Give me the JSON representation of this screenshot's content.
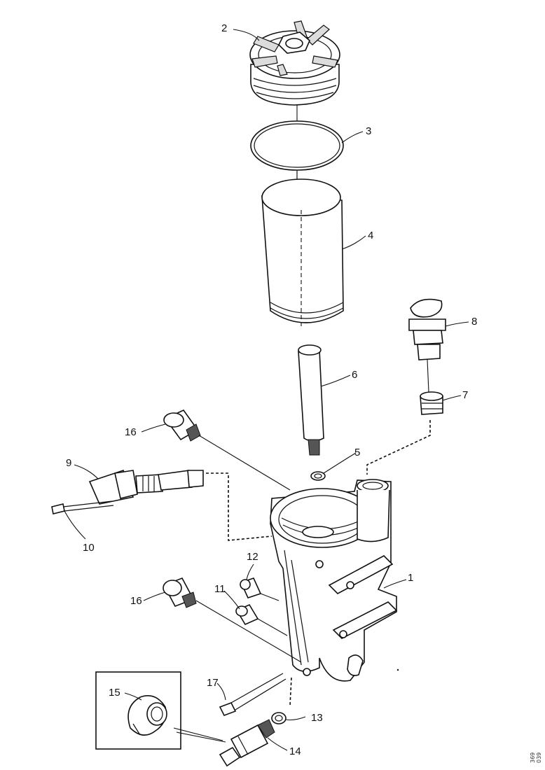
{
  "callouts": [
    {
      "id": "1",
      "text": "1"
    },
    {
      "id": "2",
      "text": "2"
    },
    {
      "id": "3",
      "text": "3"
    },
    {
      "id": "4",
      "text": "4"
    },
    {
      "id": "5",
      "text": "5"
    },
    {
      "id": "6",
      "text": "6"
    },
    {
      "id": "7",
      "text": "7"
    },
    {
      "id": "8",
      "text": "8"
    },
    {
      "id": "9",
      "text": "9"
    },
    {
      "id": "10",
      "text": "10"
    },
    {
      "id": "11",
      "text": "11"
    },
    {
      "id": "12",
      "text": "12"
    },
    {
      "id": "13",
      "text": "13"
    },
    {
      "id": "14",
      "text": "14"
    },
    {
      "id": "15",
      "text": "15"
    },
    {
      "id": "16a",
      "text": "16"
    },
    {
      "id": "16b",
      "text": "16"
    },
    {
      "id": "17",
      "text": "17"
    }
  ],
  "figure_ref": "369 039"
}
